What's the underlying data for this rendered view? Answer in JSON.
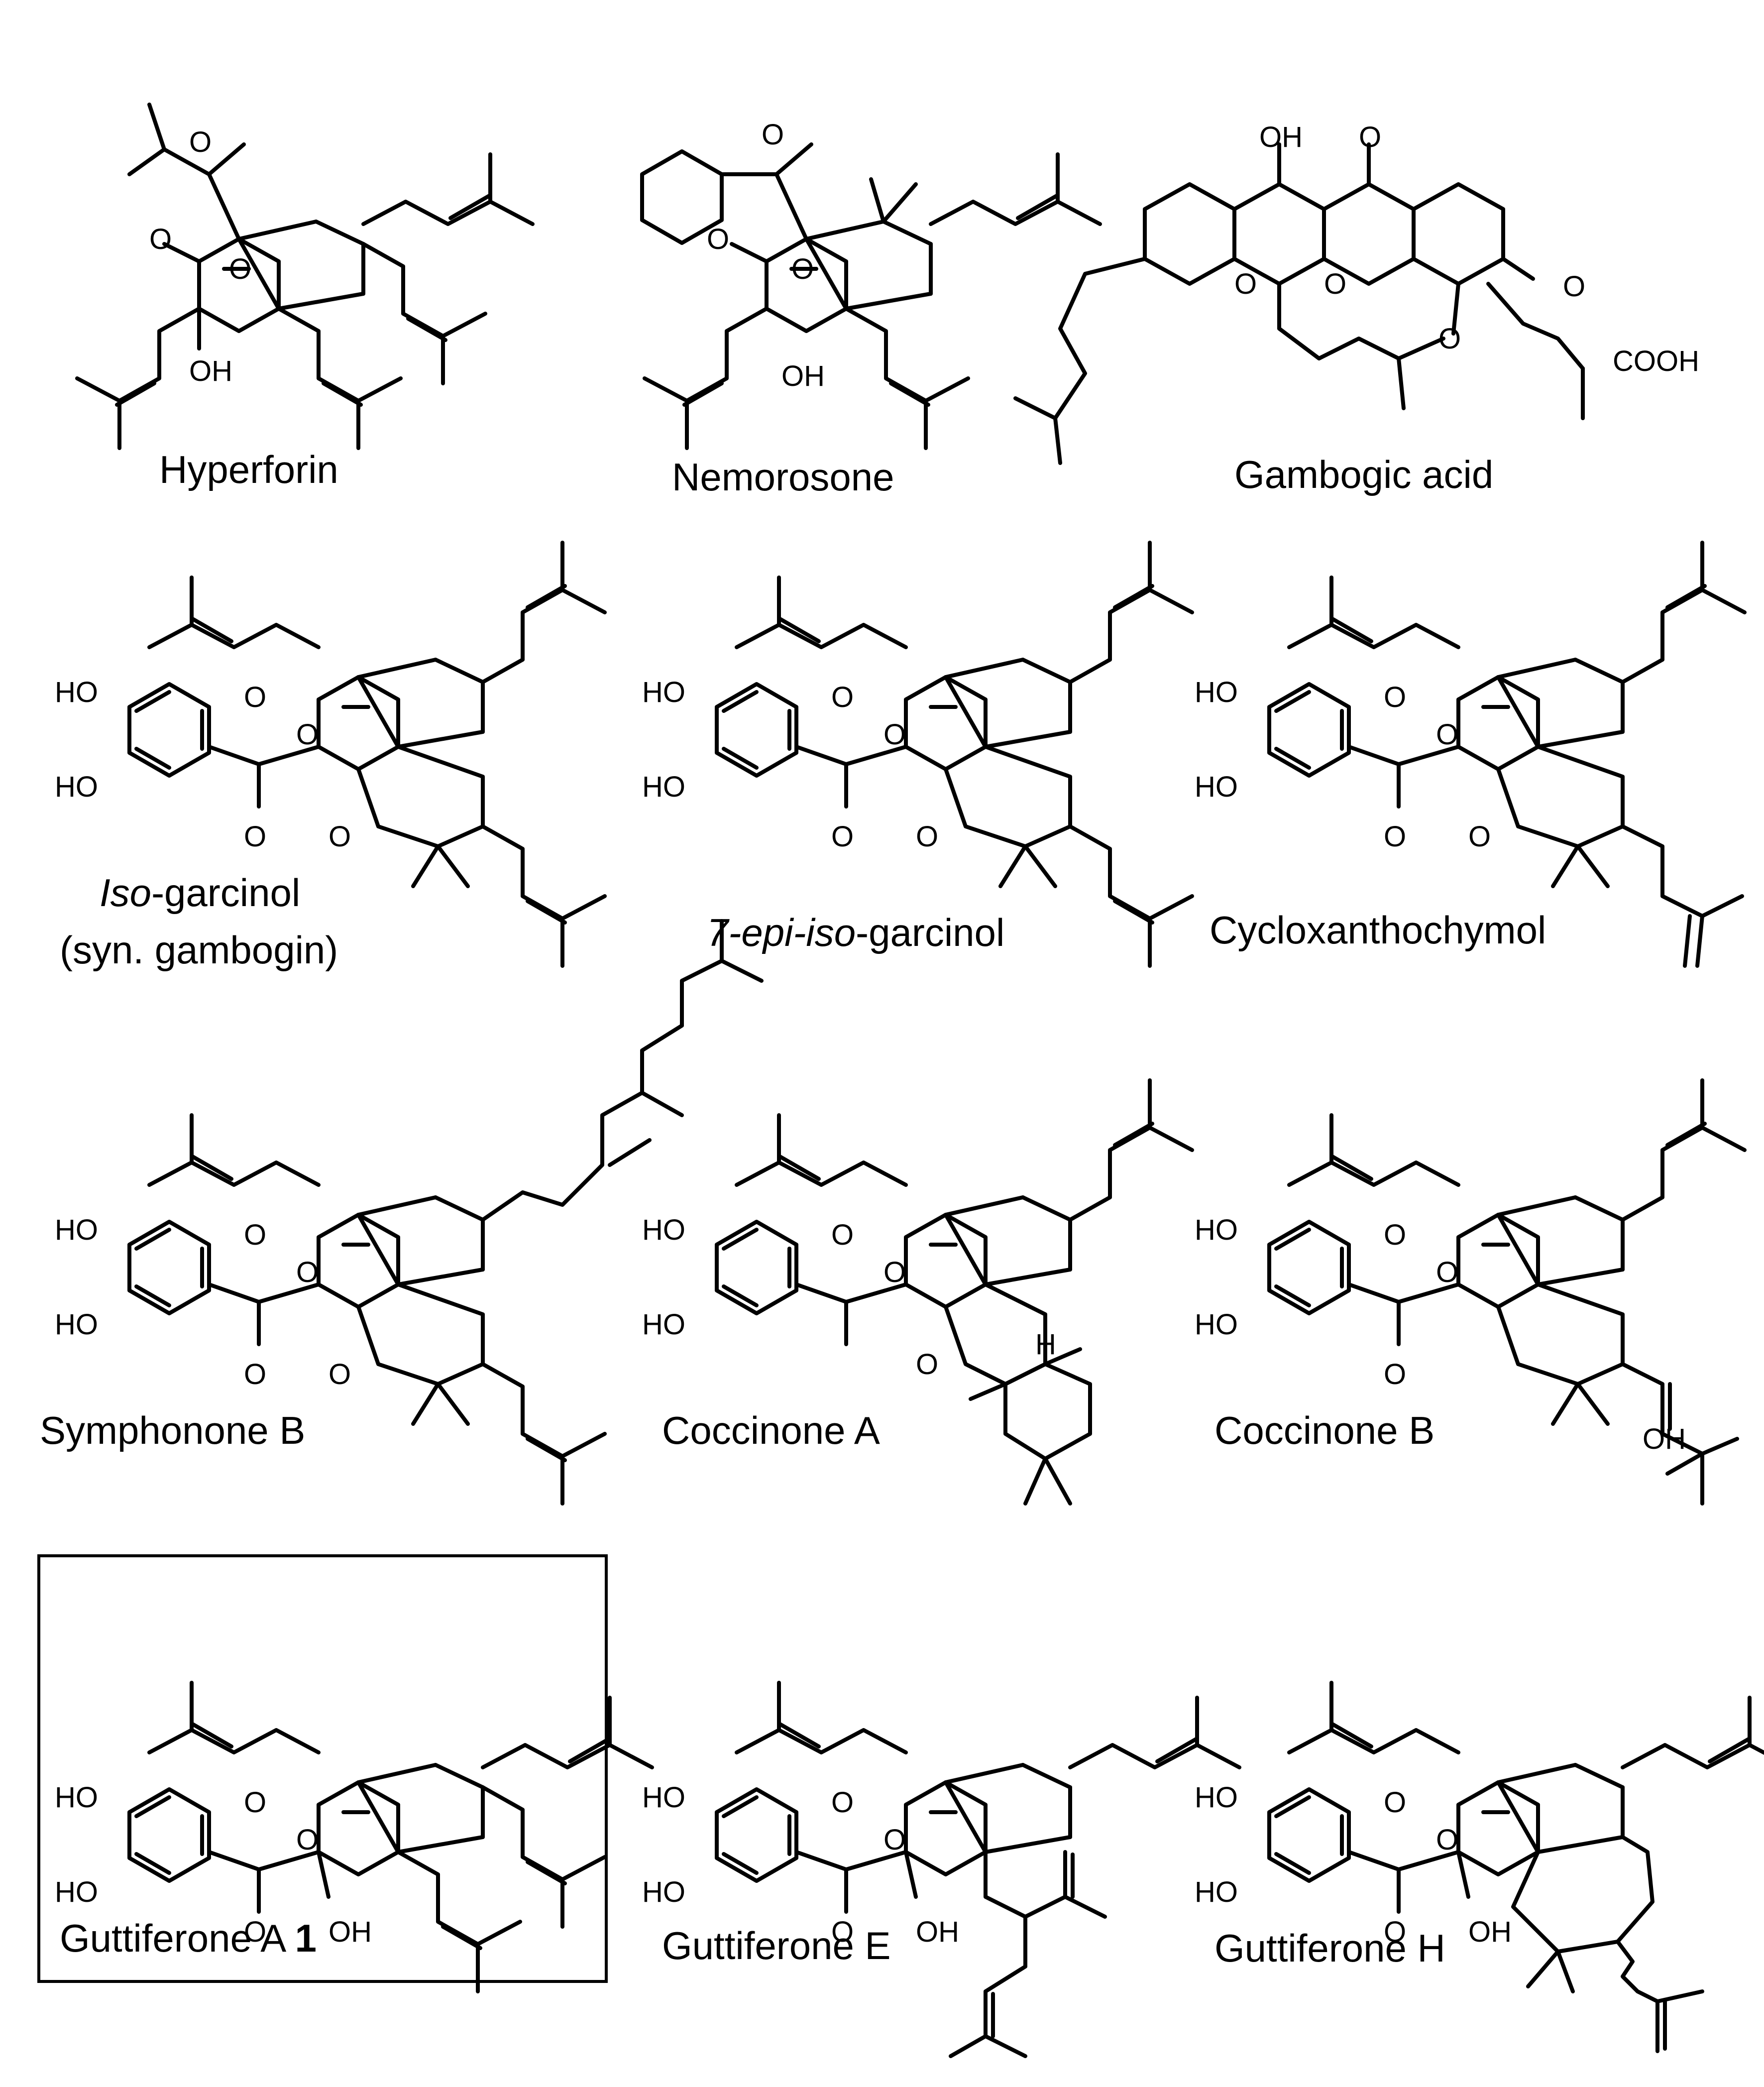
{
  "compounds": [
    {
      "id": "hyperforin",
      "name": "Hyperforin"
    },
    {
      "id": "nemorosone",
      "name": "Nemorosone"
    },
    {
      "id": "gambogic-acid",
      "name": "Gambogic acid"
    },
    {
      "id": "iso-garcinol",
      "name_italic": "Iso",
      "name_rest": "-garcinol",
      "synonym": "(syn. gambogin)"
    },
    {
      "id": "7-epi-iso-garcinol",
      "name_italic": "7-epi-iso",
      "name_rest": "-garcinol"
    },
    {
      "id": "cycloxanthochymol",
      "name": "Cycloxanthochymol"
    },
    {
      "id": "symphonone-b",
      "name": "Symphonone B"
    },
    {
      "id": "coccinone-a",
      "name": "Coccinone A"
    },
    {
      "id": "coccinone-b",
      "name": "Coccinone B"
    },
    {
      "id": "guttiferone-a",
      "name": "Guttiferone A",
      "number": "1",
      "boxed": true
    },
    {
      "id": "guttiferone-e",
      "name": "Guttiferone E"
    },
    {
      "id": "guttiferone-h",
      "name": "Guttiferone H"
    }
  ],
  "atom_labels": {
    "oxygen": "O",
    "hydroxyl": "OH",
    "hydroxyl_left": "HO",
    "hydrogen": "H",
    "carboxylic_acid": "COOH"
  }
}
